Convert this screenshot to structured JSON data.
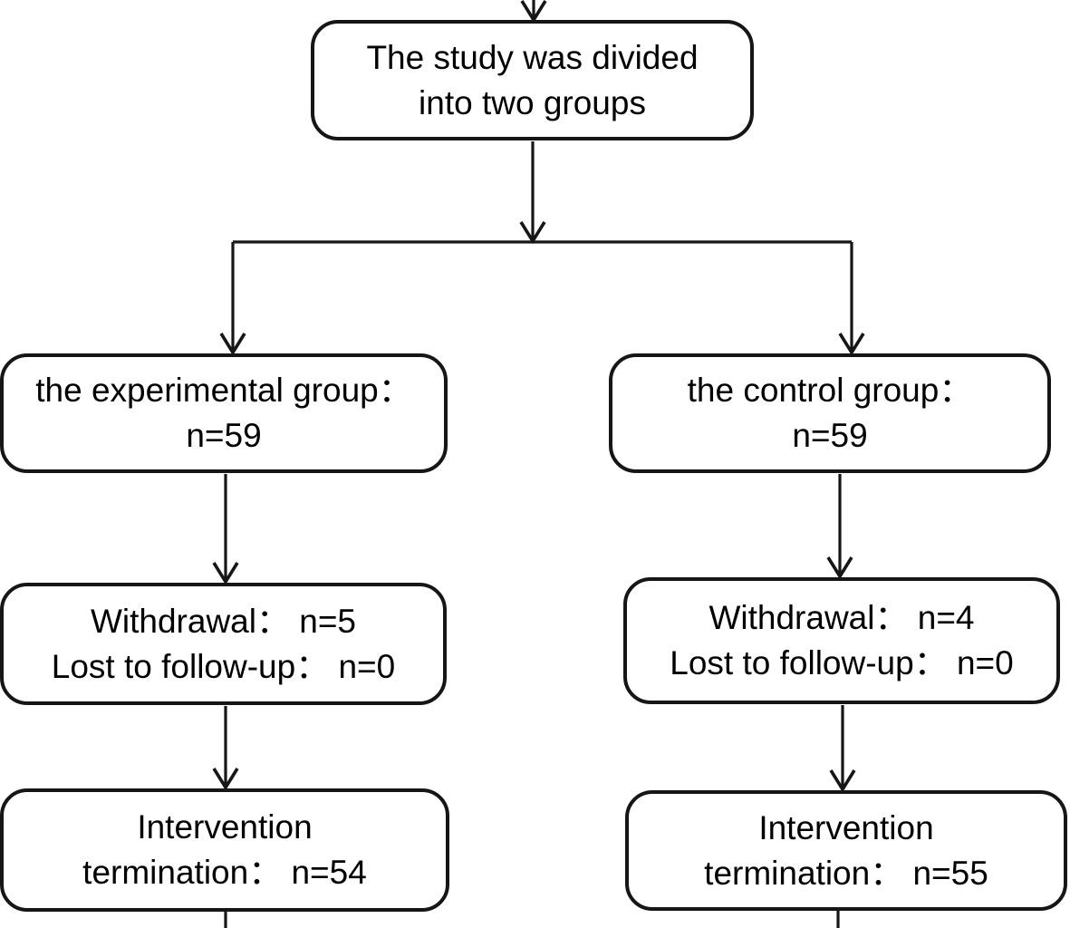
{
  "diagram": {
    "title_node": {
      "line1": "The study was divided",
      "line2": "into two groups"
    },
    "experimental": {
      "group": {
        "line1": "the experimental group：",
        "line2": "n=59"
      },
      "withdrawal": {
        "line1": "Withdrawal： n=5",
        "line2": "Lost to follow-up： n=0"
      },
      "termination": {
        "line1": "Intervention",
        "line2": "termination： n=54"
      }
    },
    "control": {
      "group": {
        "line1": "the control group：",
        "line2": "n=59"
      },
      "withdrawal": {
        "line1": "Withdrawal： n=4",
        "line2": "Lost to follow-up： n=0"
      },
      "termination": {
        "line1": "Intervention",
        "line2": "termination： n=55"
      }
    },
    "counts": {
      "experimental_enrolled": 59,
      "control_enrolled": 59,
      "experimental_withdrawal": 5,
      "control_withdrawal": 4,
      "experimental_lost_to_followup": 0,
      "control_lost_to_followup": 0,
      "experimental_completed": 54,
      "control_completed": 55
    },
    "colors": {
      "line": "#161616",
      "text": "#000000",
      "background": "#ffffff"
    }
  }
}
